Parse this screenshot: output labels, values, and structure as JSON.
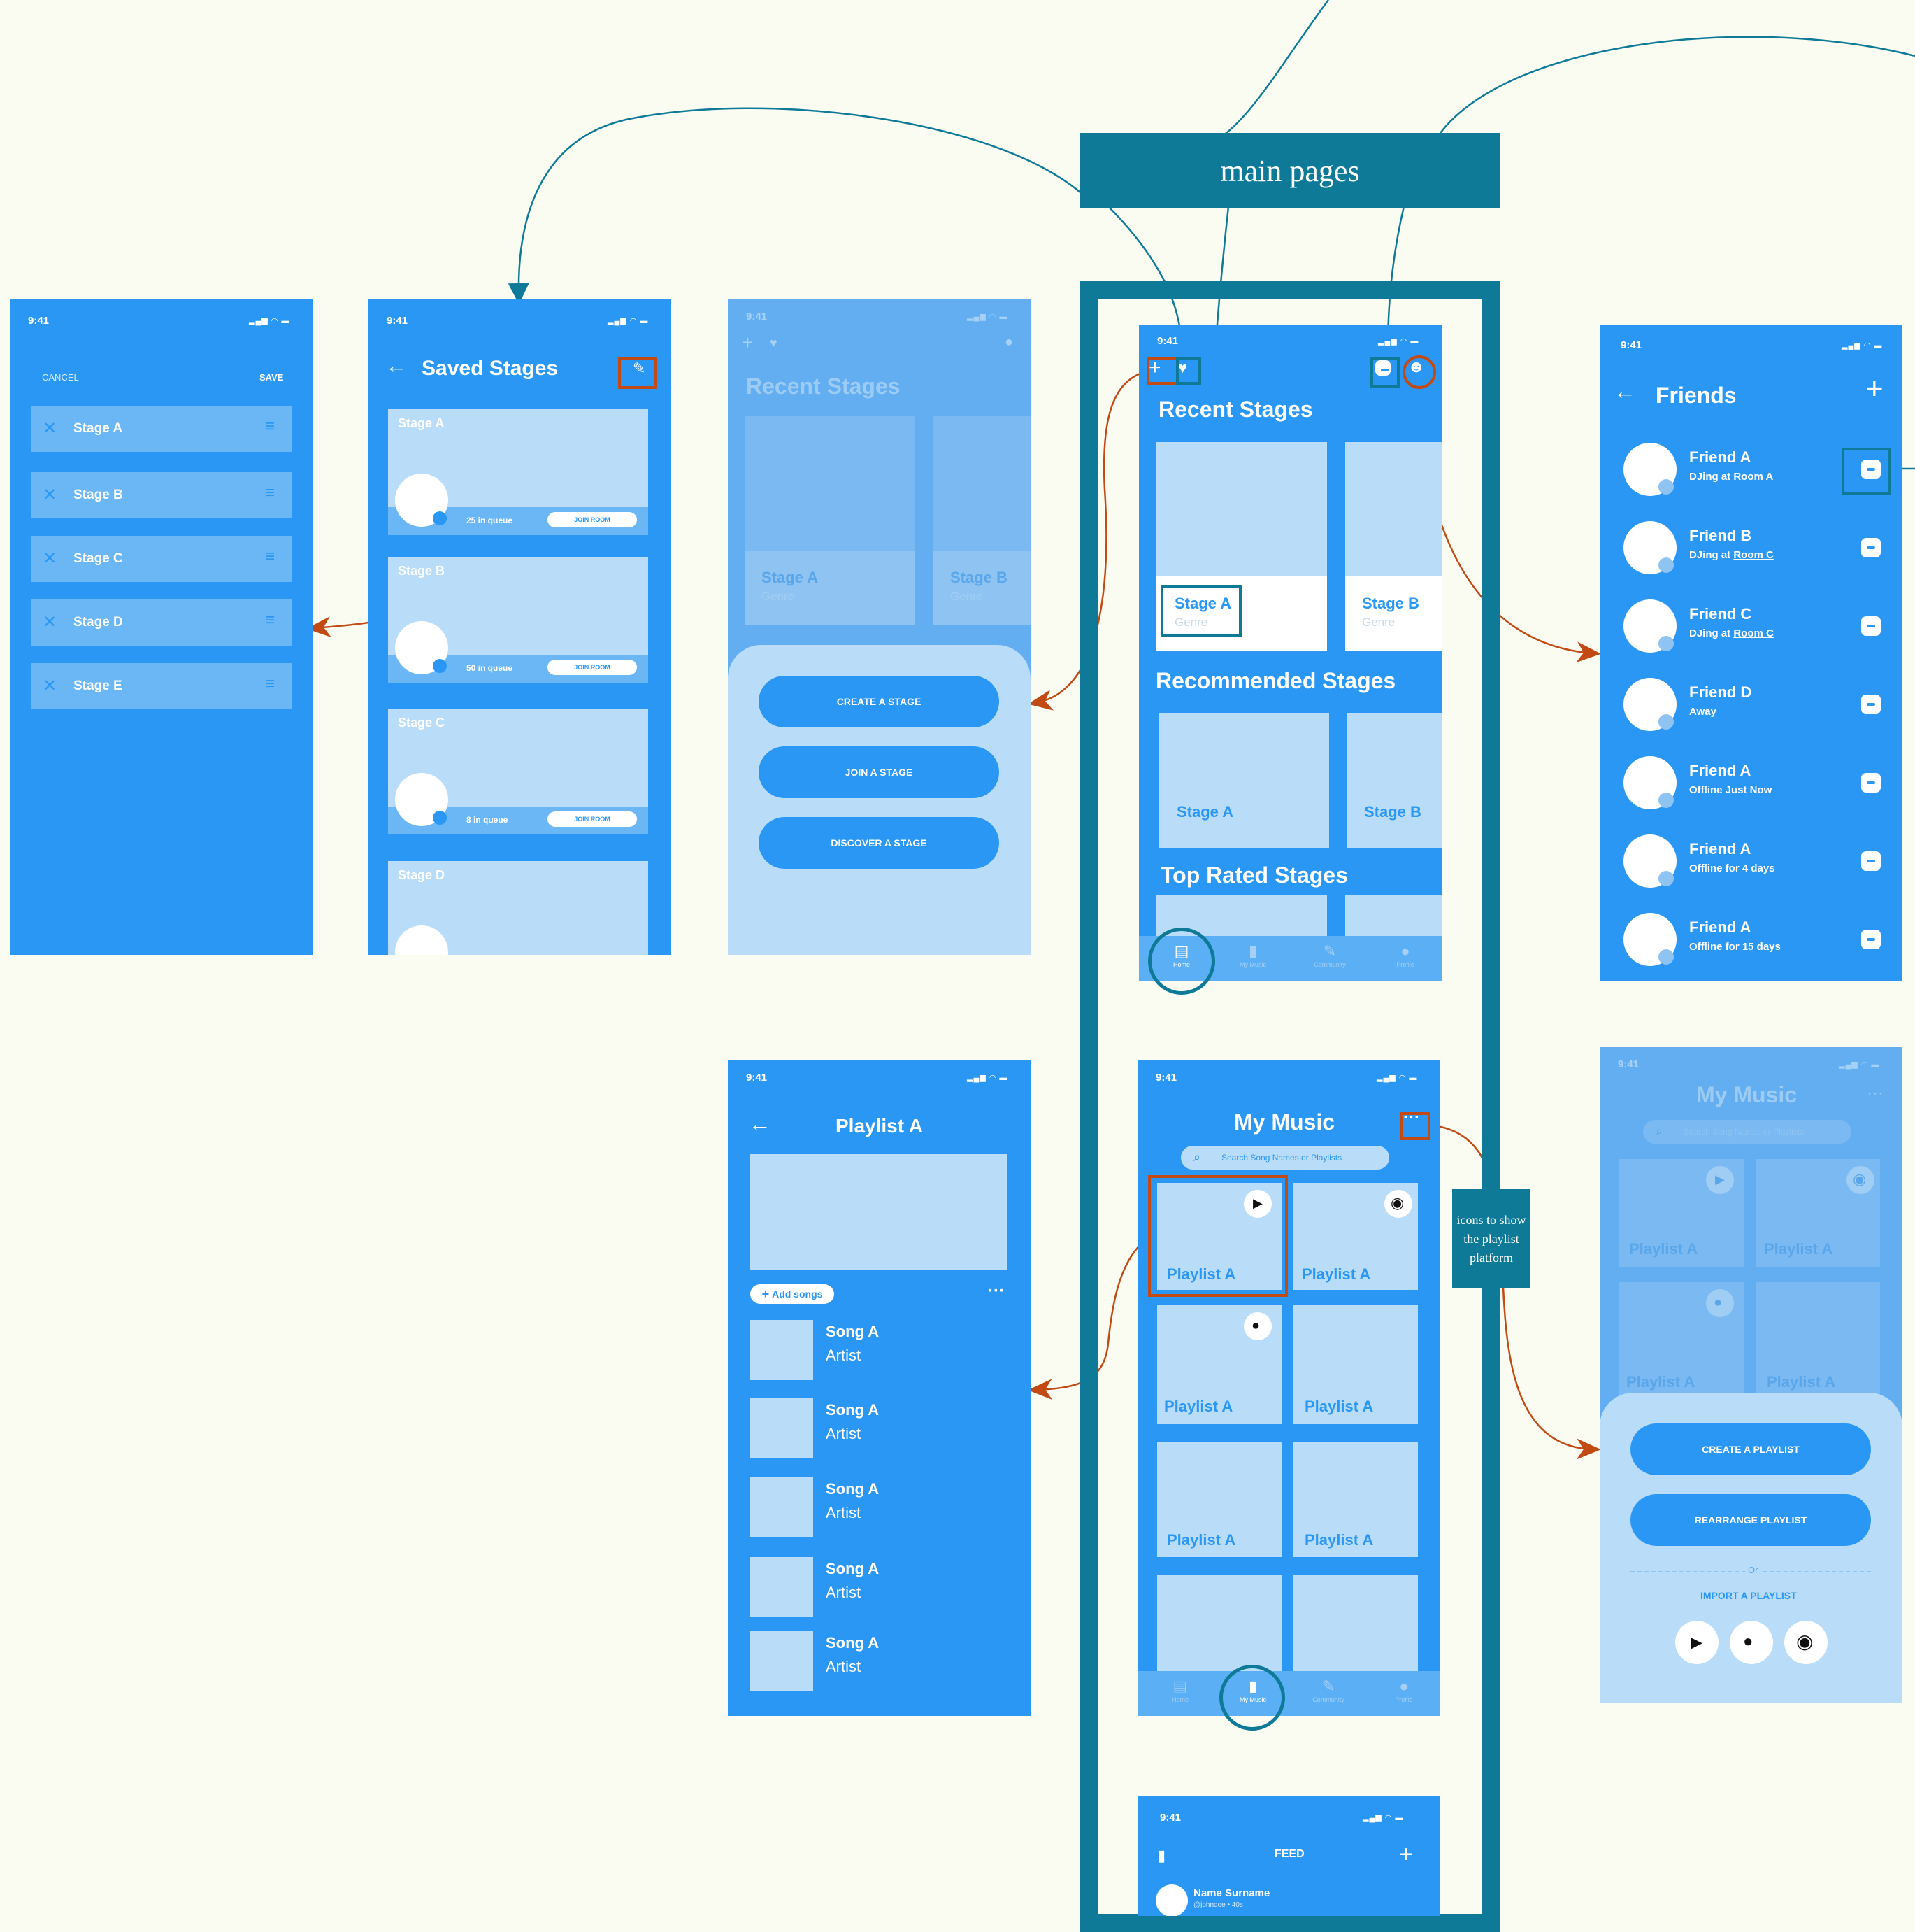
{
  "colors": {
    "background": "#fafcf2",
    "screen_blue": "#2b97f4",
    "card_light": "#b9ddf9",
    "teal": "#0e7a98",
    "orange": "#c14a15"
  },
  "status_time": "9:41",
  "main_pages_label": "main pages",
  "playlist_platform_note": "icons to show the playlist platform",
  "edit_stages": {
    "cancel": "CANCEL",
    "save": "SAVE",
    "stages": [
      "Stage A",
      "Stage B",
      "Stage C",
      "Stage D",
      "Stage E"
    ]
  },
  "saved_stages": {
    "title": "Saved Stages",
    "cards": [
      {
        "name": "Stage A",
        "queue": "25 in queue",
        "join": "JOIN ROOM"
      },
      {
        "name": "Stage B",
        "queue": "50 in queue",
        "join": "JOIN ROOM"
      },
      {
        "name": "Stage C",
        "queue": "8 in queue",
        "join": "JOIN ROOM"
      },
      {
        "name": "Stage D"
      }
    ]
  },
  "stage_menu": {
    "title": "Recent Stages",
    "card_a": "Stage A",
    "card_b": "Stage B",
    "genre": "Genre",
    "buttons": [
      "CREATE A STAGE",
      "JOIN A STAGE",
      "DISCOVER A STAGE"
    ]
  },
  "home": {
    "recent": "Recent Stages",
    "recommended": "Recommended Stages",
    "top_rated": "Top Rated Stages",
    "stage_a": "Stage A",
    "stage_b": "Stage B",
    "genre": "Genre"
  },
  "nav": {
    "home": "Home",
    "my_music": "My Music",
    "community": "Community",
    "profile": "Profile"
  },
  "friends": {
    "title": "Friends",
    "list": [
      {
        "name": "Friend A",
        "status": "DJing at ",
        "room": "Room A"
      },
      {
        "name": "Friend B",
        "status": "DJing at ",
        "room": "Room C"
      },
      {
        "name": "Friend C",
        "status": "DJing at ",
        "room": "Room C"
      },
      {
        "name": "Friend D",
        "status": "Away",
        "room": ""
      },
      {
        "name": "Friend A",
        "status": "Offline Just Now",
        "room": ""
      },
      {
        "name": "Friend A",
        "status": "Offline for 4 days",
        "room": ""
      },
      {
        "name": "Friend A",
        "status": "Offline for 15 days",
        "room": ""
      }
    ]
  },
  "playlist_detail": {
    "title": "Playlist A",
    "add_songs": "Add songs",
    "more": "···",
    "songs": [
      {
        "song": "Song A",
        "artist": "Artist"
      },
      {
        "song": "Song A",
        "artist": "Artist"
      },
      {
        "song": "Song A",
        "artist": "Artist"
      },
      {
        "song": "Song A",
        "artist": "Artist"
      },
      {
        "song": "Song A",
        "artist": "Artist"
      }
    ]
  },
  "my_music": {
    "title": "My Music",
    "search_placeholder": "Search Song Names or Playlists",
    "playlist": "Playlist A"
  },
  "music_menu": {
    "title": "My Music",
    "search_placeholder": "Search Song Names or Playlists",
    "playlist": "Playlist A",
    "buttons": [
      "CREATE A PLAYLIST",
      "REARRANGE PLAYLIST"
    ],
    "or": "Or",
    "import": "IMPORT A PLAYLIST"
  },
  "feed": {
    "title": "FEED",
    "user_name": "Name Surname",
    "user_handle": "@johndoe • 40s"
  }
}
